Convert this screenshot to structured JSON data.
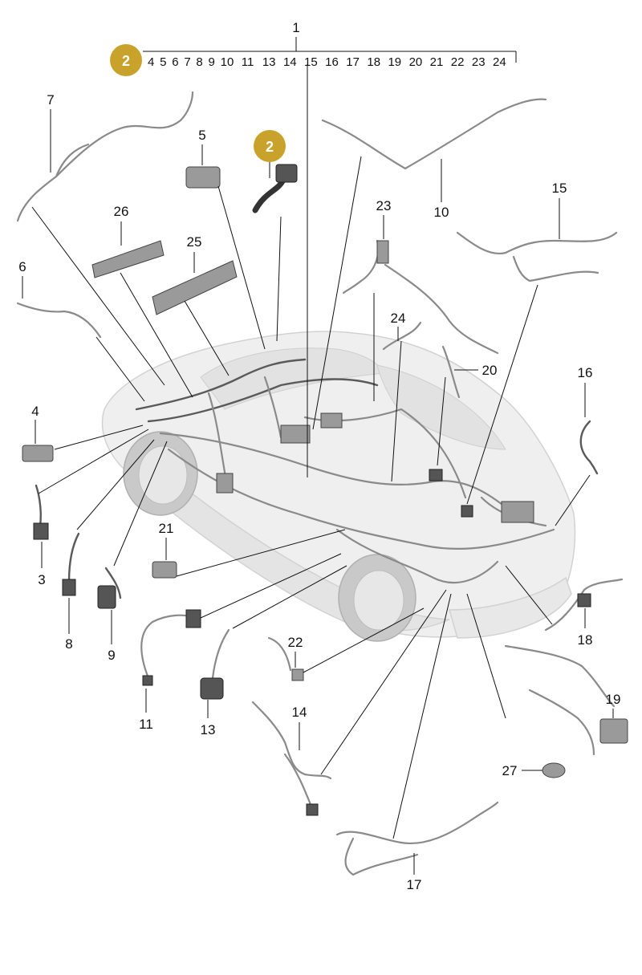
{
  "diagram": {
    "header": {
      "main_label": "1",
      "badge": "2",
      "items": [
        "4",
        "5",
        "6",
        "7",
        "8",
        "9",
        "10",
        "11",
        "13",
        "14",
        "15",
        "16",
        "17",
        "18",
        "19",
        "20",
        "21",
        "22",
        "23",
        "24"
      ]
    },
    "badge_color": "#c9a22b",
    "callouts": {
      "p2": "2",
      "p3": "3",
      "p4": "4",
      "p5": "5",
      "p6": "6",
      "p7": "7",
      "p8": "8",
      "p9": "9",
      "p10": "10",
      "p11": "11",
      "p13": "13",
      "p14": "14",
      "p15": "15",
      "p16": "16",
      "p17": "17",
      "p18": "18",
      "p19": "19",
      "p20": "20",
      "p21": "21",
      "p22": "22",
      "p23": "23",
      "p24": "24",
      "p25": "25",
      "p26": "26",
      "p27": "27"
    }
  }
}
